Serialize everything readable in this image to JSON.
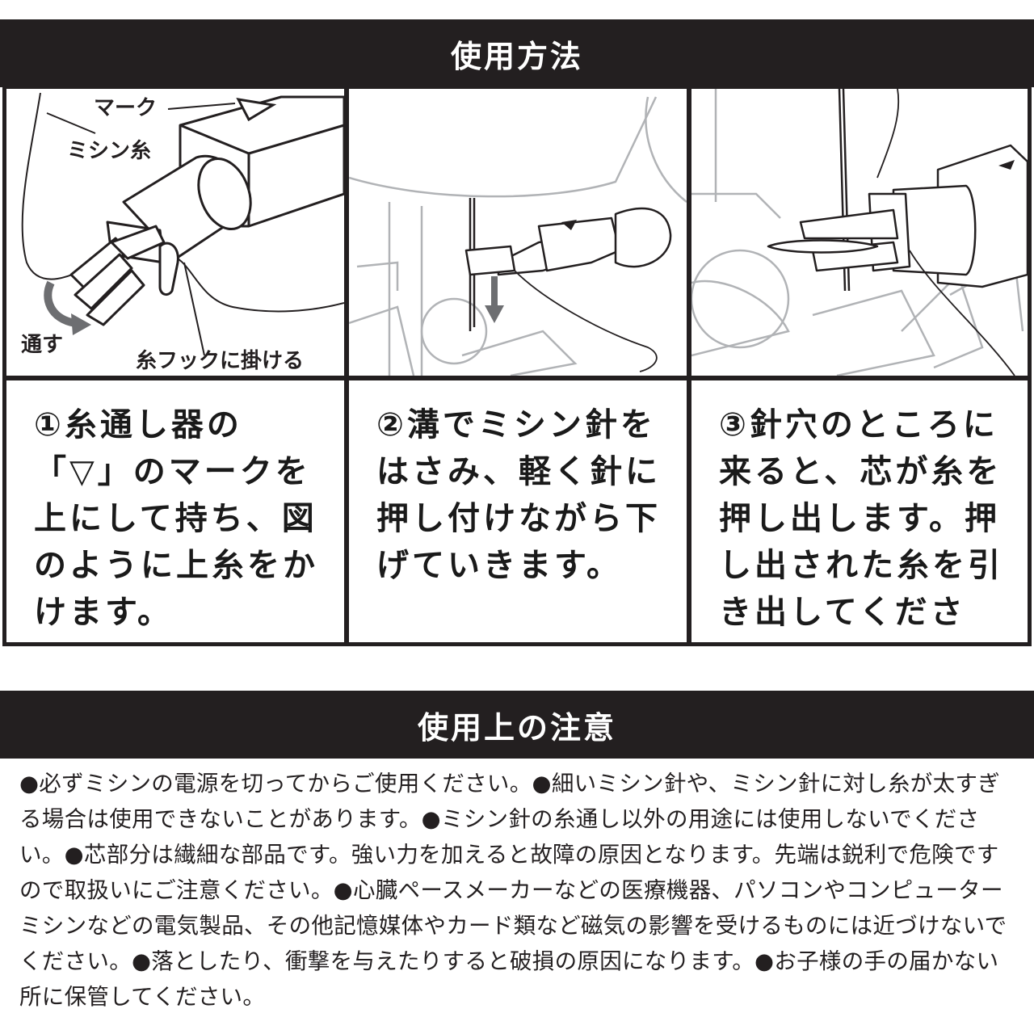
{
  "usage_header": "使用方法",
  "panel1_labels": {
    "mark": "マーク",
    "sewing_thread": "ミシン糸",
    "pass_through": "通す",
    "hook_thread": "糸フックに掛ける"
  },
  "steps": [
    {
      "text": "①糸通し器の「▽」のマークを上にして持ち、図のように上糸をかけます。"
    },
    {
      "text": "②溝でミシン針をはさみ、軽く針に押し付けながら下げていきます。"
    },
    {
      "text": "③針穴のところに来ると、芯が糸を押し出します。押し出された糸を引き出してください。"
    }
  ],
  "caution_header": "使用上の注意",
  "caution_text": "●必ずミシンの電源を切ってからご使用ください。●細いミシン針や、ミシン針に対し糸が太すぎる場合は使用できないことがあります。●ミシン針の糸通し以外の用途には使用しないでください。●芯部分は繊細な部品です。強い力を加えると故障の原因となります。先端は鋭利で危険ですので取扱いにご注意ください。●心臓ペースメーカーなどの医療機器、パソコンやコンピューターミシンなどの電気製品、その他記憶媒体やカード類など磁気の影響を受けるものには近づけないでください。●落としたり、衝撃を与えたりすると破損の原因になります。●お子様の手の届かない所に保管してください。"
}
